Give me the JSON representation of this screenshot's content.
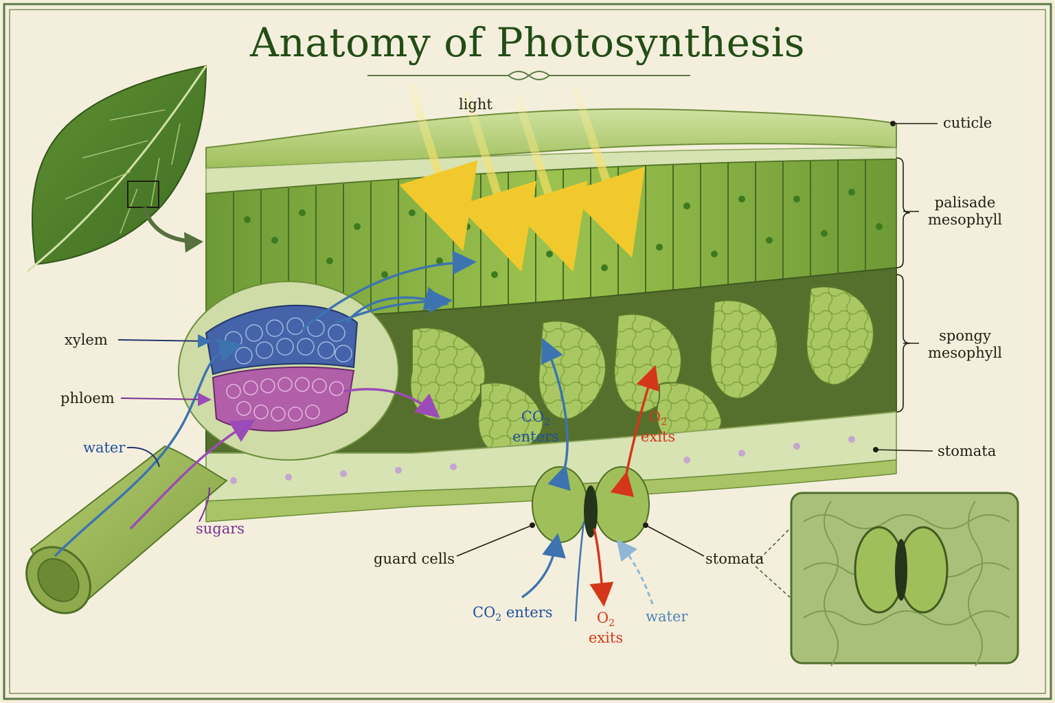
{
  "title": "Anatomy of Photosynthesis",
  "labels": {
    "light": "light",
    "cuticle": "cuticle",
    "palisade_1": "palisade",
    "palisade_2": "mesophyll",
    "spongy_1": "spongy",
    "spongy_2": "mesophyll",
    "stomata_right": "stomata",
    "xylem": "xylem",
    "phloem": "phloem",
    "water_left": "water",
    "sugars": "sugars",
    "co2_inner_1": "CO",
    "co2_inner_sub": "2",
    "co2_inner_2": "enters",
    "o2_inner_1": "O",
    "o2_inner_sub": "2",
    "o2_inner_2": "exits",
    "guard_cells": "guard cells",
    "stomata_bottom": "stomata",
    "co2_bottom_1": "CO",
    "co2_bottom_sub": "2",
    "co2_bottom_2": " enters",
    "o2_bottom_1": "O",
    "o2_bottom_sub": "2",
    "o2_bottom_2": "exits",
    "water_bottom": "water"
  },
  "colors": {
    "title": "#234d16",
    "background": "#f4efdc",
    "frame": "#5b7a45",
    "water_arrow": "#3d74b0",
    "sugar_arrow": "#9b4bb8",
    "co2_arrow": "#3d74b0",
    "o2_arrow": "#d5361a",
    "light_arrow": "#f5d84a",
    "leaf_tissue": "#8fb14a",
    "xylem": "#4463a8",
    "phloem": "#b15fa8"
  }
}
